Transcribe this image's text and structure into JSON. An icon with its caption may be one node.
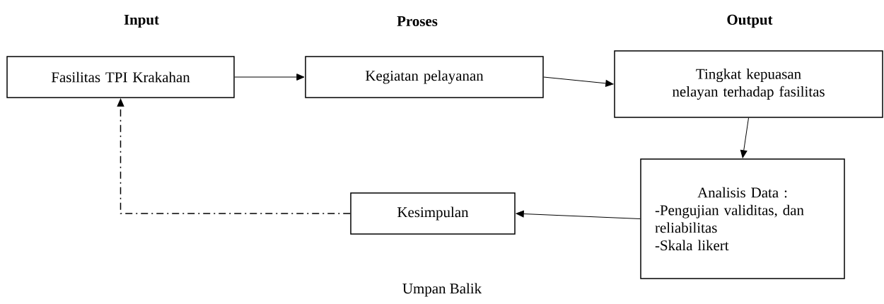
{
  "diagram": {
    "nodes": [
      {
        "text": [
          "Fasilitas TPI Krakahan"
        ]
      },
      {
        "text": [
          "Kegiatan pelayanan"
        ]
      },
      {
        "text": [
          "Tingkat kepuasan nelayan terhadap fasilitas"
        ]
      },
      {
        "text": [
          "Analisis Data :",
          "-Pengujian validitas, dan reliabilitas",
          "-Skala likert"
        ]
      },
      {
        "text": [
          "Kesimpulan"
        ]
      }
    ],
    "edges": [
      {
        "from": 0,
        "to": 1,
        "arrow": "to"
      },
      {
        "from": 1,
        "to": 2,
        "arrow": "to"
      },
      {
        "from": 2,
        "to": 3,
        "arrow": "to"
      },
      {
        "from": 3,
        "to": 4,
        "arrow": "to"
      },
      {
        "from": 4,
        "to": 0,
        "arrow": "to",
        "style": "dashed"
      }
    ],
    "labels": [
      "Input",
      "Proses",
      "Output",
      "Umpan Balik"
    ]
  }
}
